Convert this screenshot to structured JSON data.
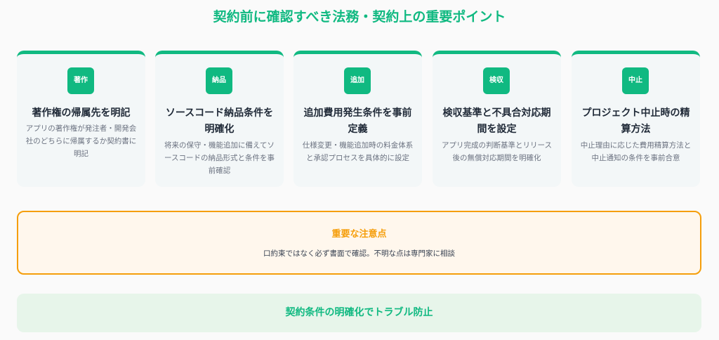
{
  "title": "契約前に確認すべき法務・契約上の重要ポイント",
  "cards": [
    {
      "badge": "著作",
      "title": "著作権の帰属先を明記",
      "desc": "アプリの著作権が発注者・開発会社のどちらに帰属するか契約書に明記"
    },
    {
      "badge": "納品",
      "title": "ソースコード納品条件を明確化",
      "desc": "将来の保守・機能追加に備えてソースコードの納品形式と条件を事前確認"
    },
    {
      "badge": "追加",
      "title": "追加費用発生条件を事前定義",
      "desc": "仕様変更・機能追加時の料金体系と承認プロセスを具体的に設定"
    },
    {
      "badge": "検収",
      "title": "検収基準と不具合対応期間を設定",
      "desc": "アプリ完成の判断基準とリリース後の無償対応期間を明確化"
    },
    {
      "badge": "中止",
      "title": "プロジェクト中止時の精算方法",
      "desc": "中止理由に応じた費用精算方法と中止通知の条件を事前合意"
    }
  ],
  "notice": {
    "title": "重要な注意点",
    "text": "口約束ではなく必ず書面で確認。不明な点は専門家に相談"
  },
  "footer": {
    "text": "契約条件の明確化でトラブル防止"
  },
  "colors": {
    "accent": "#10b981",
    "card_bg": "#f3f7f8",
    "notice_border": "#f59e0b",
    "notice_bg": "#fff7ed",
    "footer_bg": "#e7f5ea"
  }
}
